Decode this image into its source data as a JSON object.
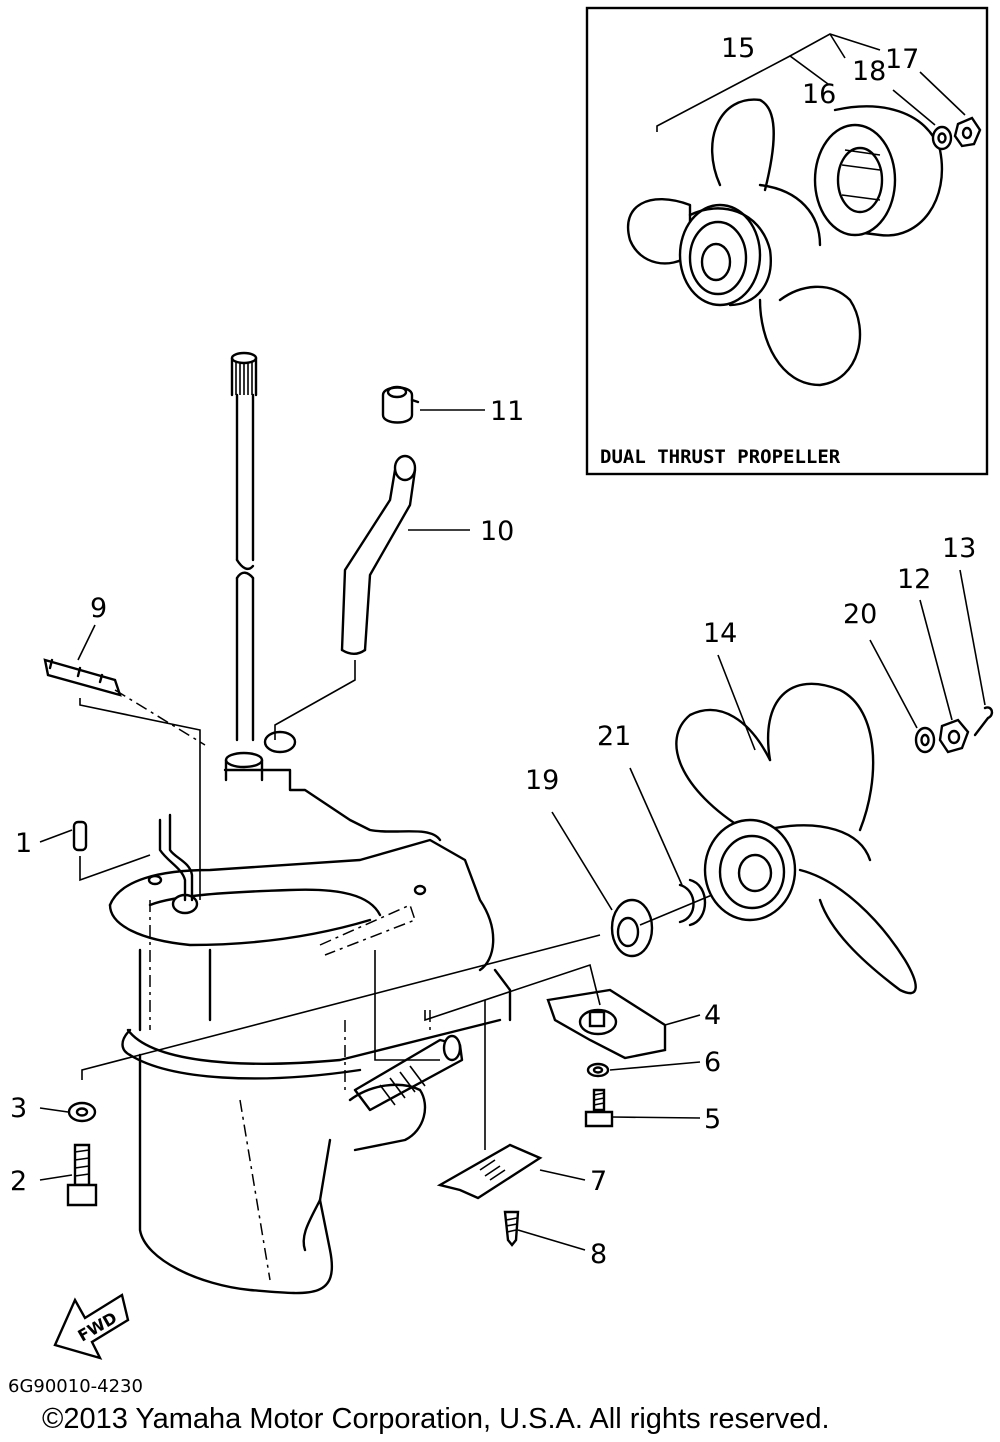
{
  "inset": {
    "title": "DUAL THRUST PROPELLER"
  },
  "callouts": [
    {
      "id": "1",
      "label": "1"
    },
    {
      "id": "2",
      "label": "2"
    },
    {
      "id": "3",
      "label": "3"
    },
    {
      "id": "4",
      "label": "4"
    },
    {
      "id": "5",
      "label": "5"
    },
    {
      "id": "6",
      "label": "6"
    },
    {
      "id": "7",
      "label": "7"
    },
    {
      "id": "8",
      "label": "8"
    },
    {
      "id": "9",
      "label": "9"
    },
    {
      "id": "10",
      "label": "10"
    },
    {
      "id": "11",
      "label": "11"
    },
    {
      "id": "12",
      "label": "12"
    },
    {
      "id": "13",
      "label": "13"
    },
    {
      "id": "14",
      "label": "14"
    },
    {
      "id": "15",
      "label": "15"
    },
    {
      "id": "16",
      "label": "16"
    },
    {
      "id": "17",
      "label": "17"
    },
    {
      "id": "18",
      "label": "18"
    },
    {
      "id": "19",
      "label": "19"
    },
    {
      "id": "20",
      "label": "20"
    },
    {
      "id": "21",
      "label": "21"
    }
  ],
  "fwd_label": "FWD",
  "figure_code": "6G90010-4230",
  "copyright": "©2013 Yamaha Motor Corporation, U.S.A. All rights reserved."
}
